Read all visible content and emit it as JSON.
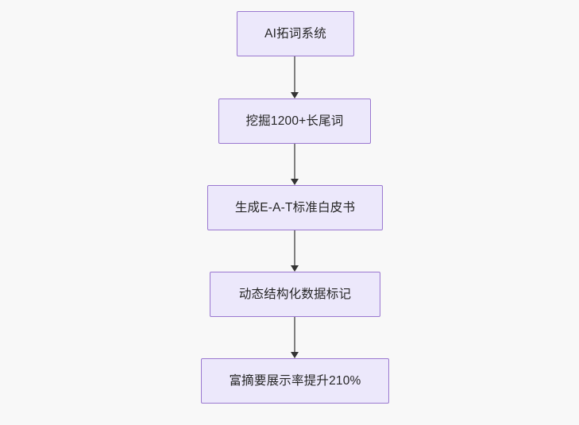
{
  "diagram": {
    "type": "flowchart",
    "direction": "top-down",
    "background_color": "#f8f8f8",
    "node_fill_color": "#ece8fb",
    "node_border_color": "#9a78d0",
    "node_text_color": "#262626",
    "edge_line_color": "#808080",
    "edge_arrow_color": "#333333",
    "nodes": [
      {
        "id": "n1",
        "label": "AI拓词系统"
      },
      {
        "id": "n2",
        "label": "挖掘1200+长尾词"
      },
      {
        "id": "n3",
        "label": "生成E-A-T标准白皮书"
      },
      {
        "id": "n4",
        "label": "动态结构化数据标记"
      },
      {
        "id": "n5",
        "label": "富摘要展示率提升210%"
      }
    ],
    "edges": [
      {
        "from": "n1",
        "to": "n2",
        "label": ""
      },
      {
        "from": "n2",
        "to": "n3",
        "label": ""
      },
      {
        "from": "n3",
        "to": "n4",
        "label": ""
      },
      {
        "from": "n4",
        "to": "n5",
        "label": ""
      }
    ]
  }
}
